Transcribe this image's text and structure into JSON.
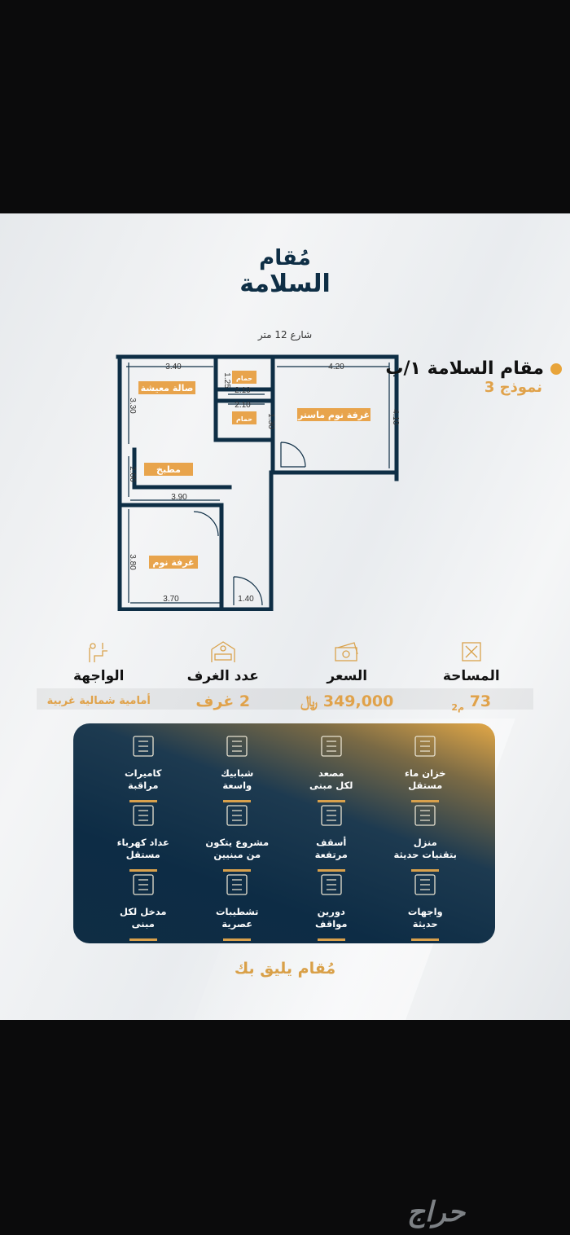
{
  "logo": {
    "line1": "مُقام",
    "line2": "السلامة"
  },
  "plan": {
    "street": "شارع 12 متر",
    "rooms": [
      "صالة معيشة",
      "حمام",
      "حمام",
      "غرفة نوم ماستر",
      "مطبخ",
      "غرفة نوم"
    ],
    "dimensions": [
      "3.40",
      "1.25",
      "2.10",
      "2.10",
      "1.30",
      "4.20",
      "4.10",
      "3.30",
      "2.00",
      "3.90",
      "3.80",
      "3.70",
      "1.40"
    ]
  },
  "project": {
    "name": "مقام السلامة ١/ب",
    "model": "نموذج 3"
  },
  "stats": [
    {
      "label": "المساحة",
      "value": "73",
      "unit": "م2",
      "icon": "area-icon"
    },
    {
      "label": "السعر",
      "value": "349,000",
      "unit": "﷼",
      "icon": "money-icon"
    },
    {
      "label": "عدد الغرف",
      "value": "2 غرف",
      "icon": "bedroom-icon"
    },
    {
      "label": "الواجهة",
      "value": "أمامية شمالية غربية",
      "icon": "facade-icon"
    }
  ],
  "features": [
    {
      "l1": "خزان ماء",
      "l2": "مستقل",
      "icon": "water-tank-icon"
    },
    {
      "l1": "مصعد",
      "l2": "لكل مبنى",
      "icon": "elevator-icon"
    },
    {
      "l1": "شبابيك",
      "l2": "واسعة",
      "icon": "window-icon"
    },
    {
      "l1": "كاميرات",
      "l2": "مراقبة",
      "icon": "camera-icon"
    },
    {
      "l1": "منزل",
      "l2": "بتقنيات حديثة",
      "icon": "smart-home-icon"
    },
    {
      "l1": "أسقف",
      "l2": "مرتفعة",
      "icon": "bedroom-ceiling-icon"
    },
    {
      "l1": "مشروع يتكون",
      "l2": "من مبنيين",
      "icon": "buildings-icon"
    },
    {
      "l1": "عداد كهرباء",
      "l2": "مستقل",
      "icon": "electric-meter-icon"
    },
    {
      "l1": "واجهات",
      "l2": "حديثة",
      "icon": "facade-building-icon"
    },
    {
      "l1": "دورين",
      "l2": "مواقف",
      "icon": "parking-icon"
    },
    {
      "l1": "تشطيبات",
      "l2": "عصرية",
      "icon": "finishing-icon"
    },
    {
      "l1": "مدخل لكل",
      "l2": "مبنى",
      "icon": "entrance-icon"
    }
  ],
  "slogan": "مُقام يليق بك",
  "watermark": "حراج",
  "colors": {
    "navy": "#0e2e45",
    "gold": "#e0a24a",
    "label_bg": "#e8a44c"
  }
}
